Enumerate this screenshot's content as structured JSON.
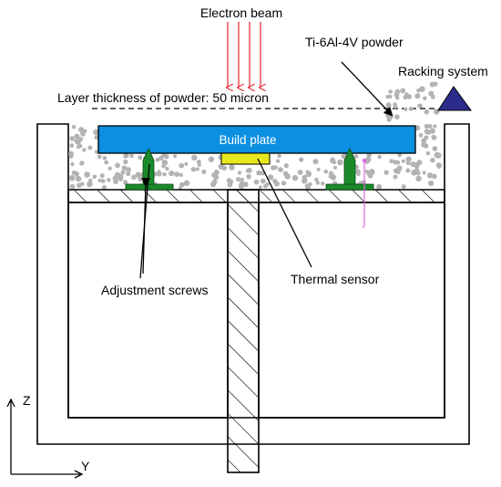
{
  "labels": {
    "electron_beam": "Electron beam",
    "powder": "Ti-6Al-4V powder",
    "racking_system": "Racking system",
    "layer_thickness": "Layer thickness of powder: 50 micron",
    "build_plate": "Build plate",
    "thermal_sensor": "Thermal sensor",
    "adjustment_screws": "Adjustment screws",
    "axis_z": "Z",
    "axis_y": "Y"
  },
  "colors": {
    "beam": "#e8323c",
    "build_plate": "#0b8fe0",
    "build_plate_text": "#ffffff",
    "sensor": "#e8e81e",
    "screw": "#1a8a2a",
    "powder": "#b3b3b3",
    "racking": "#2b2b8c",
    "probe": "#e066e0",
    "structure": "#000000"
  }
}
